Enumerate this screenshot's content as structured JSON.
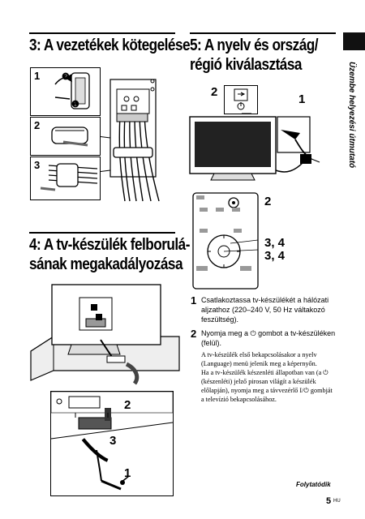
{
  "section3": {
    "title": "3: A vezetékek kötegelése"
  },
  "section4": {
    "title_line1": "4: A tv-készülék felborulá-",
    "title_line2": "sának megakadályozása"
  },
  "section5": {
    "title_line1": "5: A nyelv és ország/",
    "title_line2": "régió kiválasztása"
  },
  "side_tab": {
    "label": "Üzembe helyezési útmutató"
  },
  "fig3": {
    "step1": "1",
    "step2": "2",
    "step3": "3",
    "marker_a": "❷",
    "marker_b": "❶"
  },
  "fig4": {
    "callout_2": "2",
    "callout_3": "3",
    "callout_1": "1"
  },
  "fig5": {
    "callout_2": "2",
    "callout_1": "1",
    "remote_callout_2": "2",
    "remote_callout_34a": "3, 4",
    "remote_callout_34b": "3, 4"
  },
  "instructions": [
    {
      "num": "1",
      "text_l1": "Csatlakoztassa tv-készülékét a hálózati",
      "text_l2": "aljzathoz (220–240 V, 50 Hz váltakozó",
      "text_l3": "feszültség)."
    },
    {
      "num": "2",
      "text_l1": "Nyomja meg a ⏻ gombot a tv-készüléken",
      "text_l2": "(felül)."
    }
  ],
  "note": {
    "l1": "A tv-készülék első bekapcsolásakor a nyelv",
    "l2": "(Language) menü jelenik meg a képernyőn.",
    "l3": "Ha a tv-készülék készenléti állapotban van (a ⏻",
    "l4": "(készenléti) jelző pirosan világít a készülék",
    "l5": "előlapján), nyomja meg a távvezérlő I/⏻ gombját",
    "l6": "a televízió bekapcsolásához."
  },
  "footer": {
    "continued": "Folytatódik",
    "page": "5",
    "page_suffix": "HU"
  }
}
